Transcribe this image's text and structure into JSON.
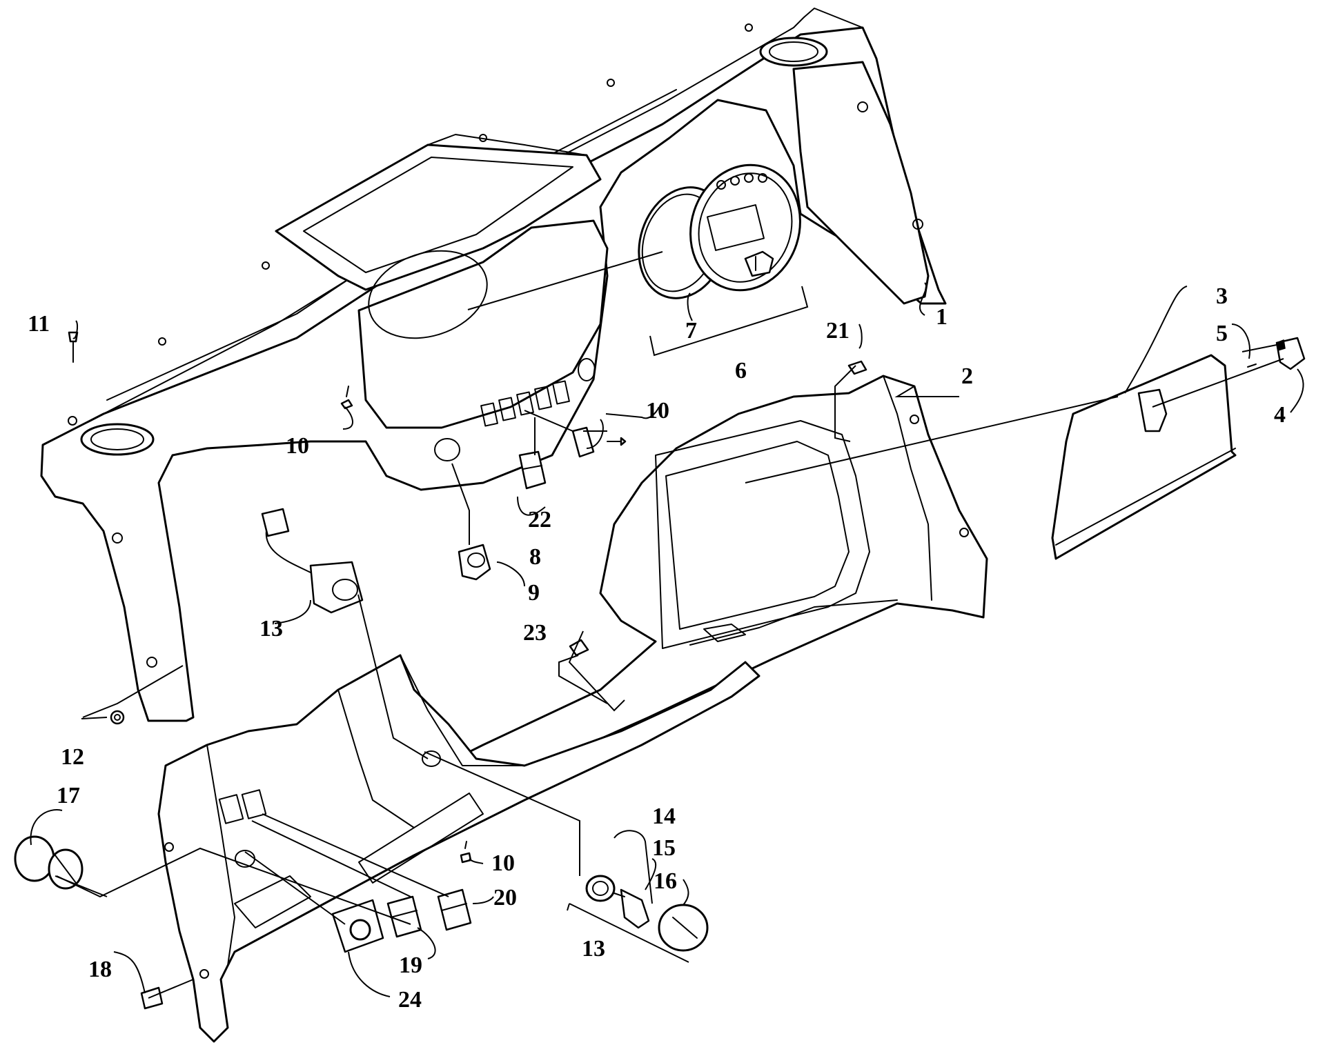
{
  "colors": {
    "ink": "#000000",
    "paper": "#ffffff"
  },
  "callouts": [
    {
      "id": "1",
      "label": "1"
    },
    {
      "id": "2",
      "label": "2"
    },
    {
      "id": "3",
      "label": "3"
    },
    {
      "id": "4",
      "label": "4"
    },
    {
      "id": "5",
      "label": "5"
    },
    {
      "id": "6",
      "label": "6"
    },
    {
      "id": "7",
      "label": "7"
    },
    {
      "id": "8",
      "label": "8"
    },
    {
      "id": "9",
      "label": "9"
    },
    {
      "id": "10a",
      "label": "10"
    },
    {
      "id": "10b",
      "label": "10"
    },
    {
      "id": "10c",
      "label": "10"
    },
    {
      "id": "11",
      "label": "11"
    },
    {
      "id": "12",
      "label": "12"
    },
    {
      "id": "13a",
      "label": "13"
    },
    {
      "id": "13b",
      "label": "13"
    },
    {
      "id": "14",
      "label": "14"
    },
    {
      "id": "15",
      "label": "15"
    },
    {
      "id": "16",
      "label": "16"
    },
    {
      "id": "17",
      "label": "17"
    },
    {
      "id": "18",
      "label": "18"
    },
    {
      "id": "19",
      "label": "19"
    },
    {
      "id": "20",
      "label": "20"
    },
    {
      "id": "21",
      "label": "21"
    },
    {
      "id": "22",
      "label": "22"
    },
    {
      "id": "23",
      "label": "23"
    },
    {
      "id": "24",
      "label": "24"
    }
  ]
}
